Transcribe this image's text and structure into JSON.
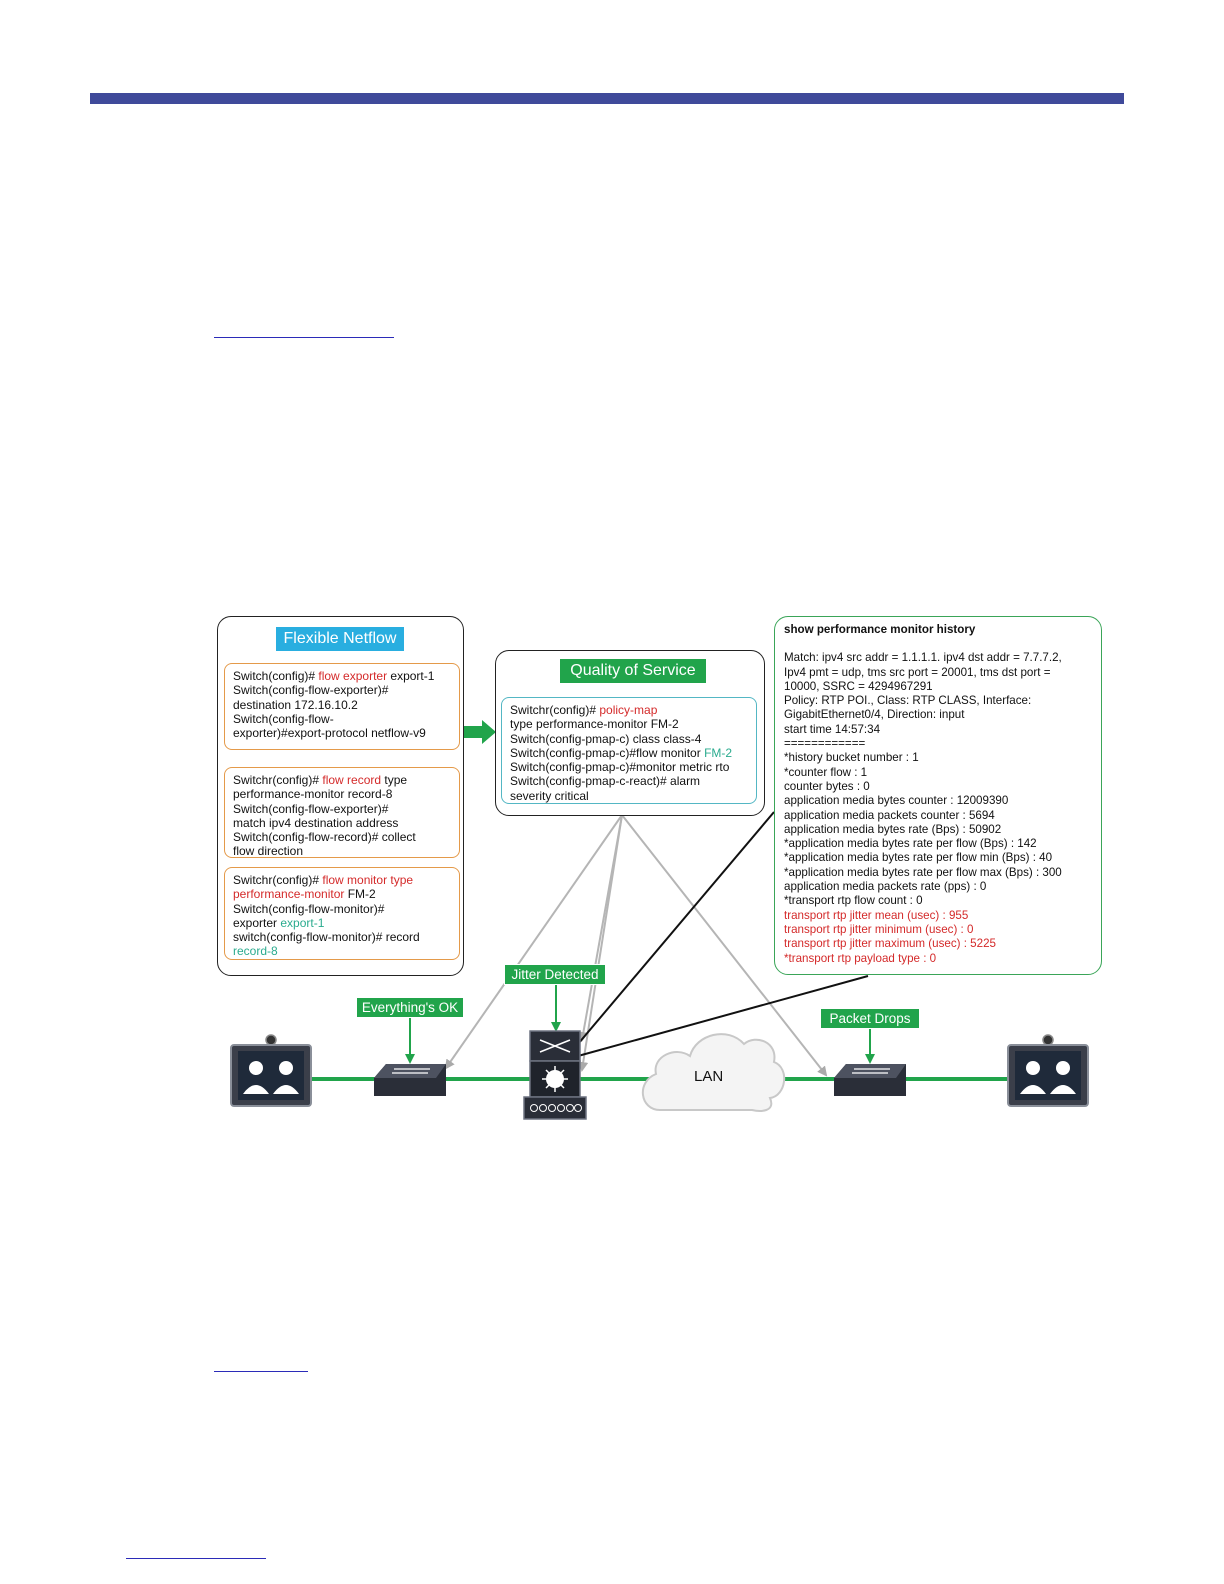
{
  "netflow": {
    "title": "Flexible Netflow",
    "box1": [
      [
        {
          "t": "Switch(config)# ",
          "c": ""
        },
        {
          "t": "flow exporter",
          "c": "red"
        },
        {
          "t": " export-1",
          "c": ""
        }
      ],
      [
        {
          "t": "Switch(config-flow-exporter)#",
          "c": ""
        }
      ],
      [
        {
          "t": "destination 172.16.10.2",
          "c": ""
        }
      ],
      [
        {
          "t": "Switch(config-flow-",
          "c": ""
        }
      ],
      [
        {
          "t": "exporter)#export-protocol netflow-v9",
          "c": ""
        }
      ]
    ],
    "box2": [
      [
        {
          "t": "Switchr(config)# ",
          "c": ""
        },
        {
          "t": "flow record",
          "c": "red"
        },
        {
          "t": " type",
          "c": ""
        }
      ],
      [
        {
          "t": "performance-monitor record-8",
          "c": ""
        }
      ],
      [
        {
          "t": "Switch(config-flow-exporter)#",
          "c": ""
        }
      ],
      [
        {
          "t": "match ipv4 destination address",
          "c": ""
        }
      ],
      [
        {
          "t": "Switch(config-flow-record)# collect",
          "c": ""
        }
      ],
      [
        {
          "t": "flow direction",
          "c": ""
        }
      ]
    ],
    "box3": [
      [
        {
          "t": "Switchr(config)# ",
          "c": ""
        },
        {
          "t": "flow monitor type",
          "c": "red"
        }
      ],
      [
        {
          "t": "performance-monitor",
          "c": "red"
        },
        {
          "t": " FM-2",
          "c": ""
        }
      ],
      [
        {
          "t": "Switch(config-flow-monitor)#",
          "c": ""
        }
      ],
      [
        {
          "t": "exporter ",
          "c": ""
        },
        {
          "t": "export-1",
          "c": "teal"
        }
      ],
      [
        {
          "t": "switch(config-flow-monitor)# record",
          "c": ""
        }
      ],
      [
        {
          "t": "record-8",
          "c": "teal"
        }
      ]
    ]
  },
  "qos": {
    "title": "Quality of Service",
    "box": [
      [
        {
          "t": "Switchr(config)# ",
          "c": ""
        },
        {
          "t": "policy-map",
          "c": "red"
        }
      ],
      [
        {
          "t": "type performance-monitor FM-2",
          "c": ""
        }
      ],
      [
        {
          "t": "Switch(config-pmap-c) class class-4",
          "c": ""
        }
      ],
      [
        {
          "t": "Switch(config-pmap-c)#flow monitor ",
          "c": ""
        },
        {
          "t": "FM-2",
          "c": "teal"
        }
      ],
      [
        {
          "t": "Switch(config-pmap-c)#monitor metric rto",
          "c": ""
        }
      ],
      [
        {
          "t": "Switch(config-pmap-c-react)# alarm",
          "c": ""
        }
      ],
      [
        {
          "t": "severity critical",
          "c": ""
        }
      ]
    ]
  },
  "history": {
    "title": "show performance monitor history",
    "lines": [
      {
        "t": "Match: ipv4 src addr = 1.1.1.1. ipv4 dst addr = 7.7.7.2,",
        "c": ""
      },
      {
        "t": "Ipv4 pmt = udp, tms src port = 20001, tms dst port =",
        "c": ""
      },
      {
        "t": "10000, SSRC = 4294967291",
        "c": ""
      },
      {
        "t": "Policy: RTP POI., Class: RTP CLASS, Interface:",
        "c": ""
      },
      {
        "t": "GigabitEthernet0/4, Direction: input",
        "c": ""
      },
      {
        "t": "start time 14:57:34",
        "c": ""
      },
      {
        "t": "============",
        "c": ""
      },
      {
        "t": "*history bucket number : 1",
        "c": ""
      },
      {
        "t": "*counter flow : 1",
        "c": ""
      },
      {
        "t": "counter bytes : 0",
        "c": ""
      },
      {
        "t": "application media bytes counter : 12009390",
        "c": ""
      },
      {
        "t": "application media packets counter : 5694",
        "c": ""
      },
      {
        "t": "application media bytes rate (Bps) : 50902",
        "c": ""
      },
      {
        "t": "*application media bytes rate per flow (Bps) : 142",
        "c": ""
      },
      {
        "t": "*application media bytes rate per flow min (Bps) : 40",
        "c": ""
      },
      {
        "t": "*application media bytes rate per flow max (Bps) : 300",
        "c": ""
      },
      {
        "t": "application media packets rate (pps) : 0",
        "c": ""
      },
      {
        "t": "*transport rtp flow count : 0",
        "c": ""
      },
      {
        "t": "transport rtp jitter mean (usec) : 955",
        "c": "red"
      },
      {
        "t": "transport rtp jitter minimum (usec) : 0",
        "c": "red"
      },
      {
        "t": "transport rtp jitter maximum (usec) : 5225",
        "c": "red"
      },
      {
        "t": "*transport rtp payload type : 0",
        "c": "red"
      }
    ]
  },
  "labels": {
    "jitter": "Jitter Detected",
    "ok": "Everything's OK",
    "drops": "Packet Drops",
    "lan": "LAN"
  },
  "colors": {
    "rule": "#3f4a9a",
    "blue_tag": "#29aee0",
    "green": "#21a44b",
    "orange": "#e49a4a",
    "teal_border": "#54b7c4",
    "red": "#d42a2a"
  },
  "icons": [
    "video-endpoint-icon",
    "switch-icon",
    "core-router-icon",
    "lan-cloud-icon"
  ]
}
